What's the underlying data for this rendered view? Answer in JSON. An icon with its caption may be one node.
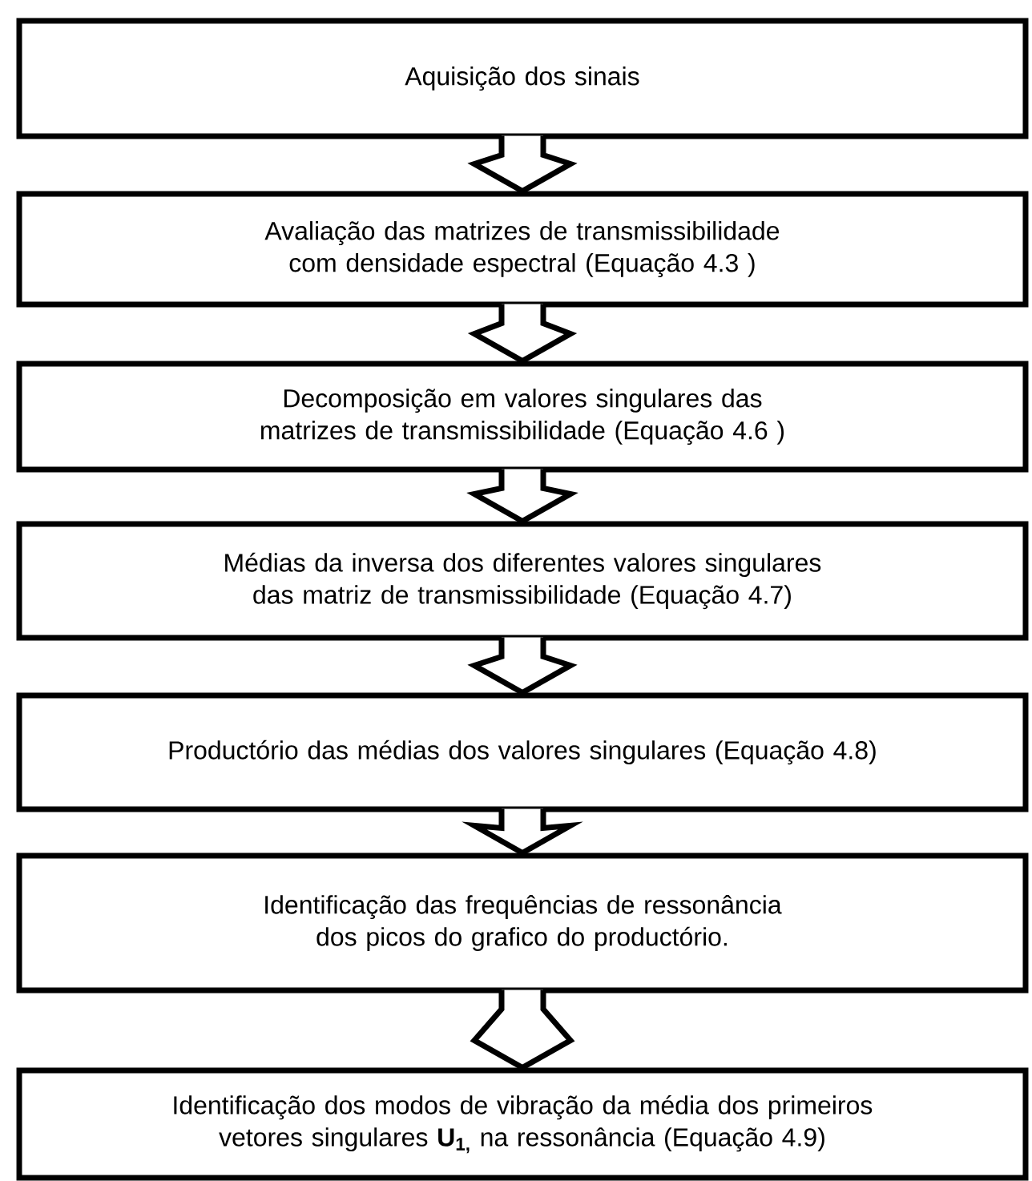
{
  "diagram": {
    "nodes": [
      {
        "text": [
          "Aquisição dos sinais"
        ]
      },
      {
        "text": [
          "Avaliação das matrizes de transmissibilidade com densidade espectral (Equação 4.3 )"
        ]
      },
      {
        "text": [
          "Decomposição em valores singulares das matrizes de transmissibilidade  (Equação 4.6 )"
        ]
      },
      {
        "text": [
          "Médias da inversa dos diferentes valores singulares das matriz de transmissibilidade  (Equação 4.7)"
        ]
      },
      {
        "text": [
          "Productório das médias dos valores singulares (Equação 4.8)"
        ]
      },
      {
        "text": [
          "Identificação das frequências de ressonância dos picos do grafico do productório."
        ]
      },
      {
        "text": [
          "Identificação dos modos de vibração da média dos primeiros vetores singulares **U$_{1,}$** na ressonância (Equação 4.9)"
        ]
      }
    ],
    "edges": [
      {
        "from": 0,
        "to": 1,
        "arrow": "to"
      },
      {
        "from": 1,
        "to": 2,
        "arrow": "to"
      },
      {
        "from": 2,
        "to": 3,
        "arrow": "to"
      },
      {
        "from": 3,
        "to": 4,
        "arrow": "to"
      },
      {
        "from": 4,
        "to": 5,
        "arrow": "to"
      },
      {
        "from": 5,
        "to": 6,
        "arrow": "to"
      }
    ]
  }
}
